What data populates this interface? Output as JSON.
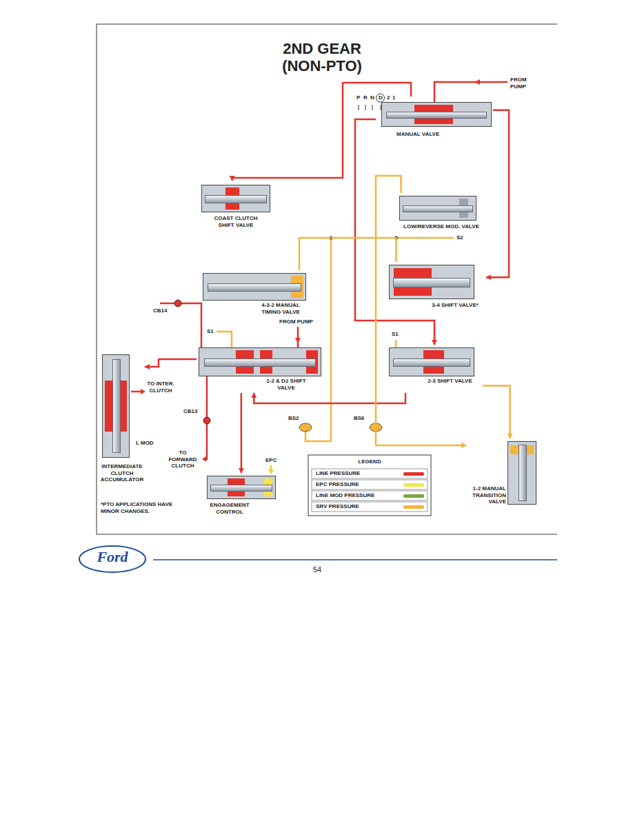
{
  "diagram": {
    "title": "2ND GEAR (NON-PTO)",
    "nodes": [
      {
        "text": [
          "MANUAL VALVE"
        ]
      },
      {
        "text": [
          "COAST CLUTCH SHIFT VALVE"
        ]
      },
      {
        "text": [
          "LOW/REVERSE MOD. VALVE"
        ]
      },
      {
        "text": [
          "4-3-2 MANUAL TIMING VALVE"
        ]
      },
      {
        "text": [
          "3-4 SHIFT VALVE*"
        ]
      },
      {
        "text": [
          "1-2 & D2 SHIFT VALVE"
        ]
      },
      {
        "text": [
          "2-3 SHIFT VALVE"
        ]
      },
      {
        "text": [
          "INTERMEDIATE CLUTCH ACCUMULATOR"
        ]
      },
      {
        "text": [
          "ENGAGEMENT CONTROL"
        ]
      },
      {
        "text": [
          "1-2 MANUAL TRANSITION VALVE"
        ]
      }
    ],
    "edges": [
      {
        "from": 0,
        "to": 1,
        "arrow": "to"
      },
      {
        "from": 0,
        "to": 4,
        "arrow": "to"
      },
      {
        "from": 0,
        "to": 6,
        "arrow": "to"
      },
      {
        "from": 5,
        "to": 7,
        "arrow": "to"
      },
      {
        "from": 5,
        "to": 8,
        "arrow": "to"
      },
      {
        "from": 6,
        "to": 5,
        "arrow": "to"
      },
      {
        "from": 6,
        "to": 9,
        "arrow": "to"
      },
      {
        "from": 2,
        "to": 9,
        "arrow": "to"
      },
      {
        "from": 3,
        "to": 4,
        "arrow": "none"
      }
    ],
    "labels": [
      "FROM PUMP",
      "P",
      "R",
      "N",
      "D",
      "2",
      "1",
      "S2",
      "S1",
      "FROM PUMP",
      "S1",
      "CB14",
      "TO INTER. CLUTCH",
      "CB13",
      "BS2",
      "BS6",
      "L MOD",
      "TO FORWARD CLUTCH",
      "EPC",
      "LEGEND",
      "*PTO APPLICATIONS HAVE MINOR CHANGES.",
      "Ford",
      "54"
    ],
    "legend": [
      {
        "text": "LINE PRESSURE",
        "color": "#e4312b"
      },
      {
        "text": "EPC PRESSURE",
        "color": "#f4e54c"
      },
      {
        "text": "LINE MOD PRESSURE",
        "color": "#76a640"
      },
      {
        "text": "SRV PRESSURE",
        "color": "#f5b43c"
      }
    ]
  }
}
